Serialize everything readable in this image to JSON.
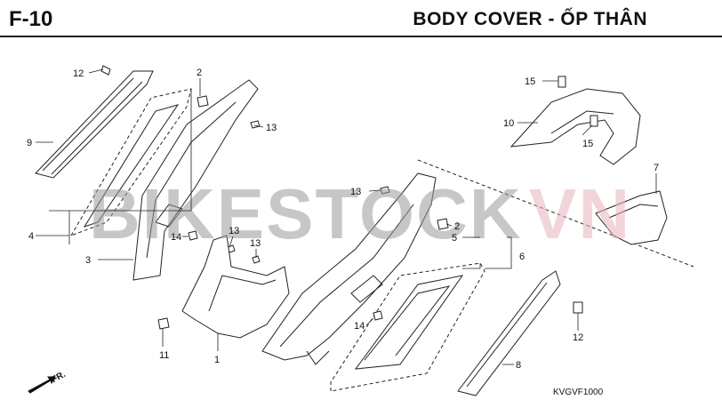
{
  "header": {
    "code": "F-10",
    "title": "BODY COVER - ỐP THÂN"
  },
  "watermark": {
    "text_main": "BIKESTOCK",
    "text_accent": "VN",
    "color_main": "#9a9a9a",
    "color_accent": "#e8b4bc"
  },
  "callouts": [
    "1",
    "2",
    "2",
    "3",
    "4",
    "5",
    "6",
    "7",
    "8",
    "9",
    "10",
    "11",
    "12",
    "12",
    "13",
    "13",
    "13",
    "13",
    "14",
    "14",
    "15",
    "15"
  ],
  "diagram_code": "KVGVF1000",
  "front_indicator": "FR."
}
